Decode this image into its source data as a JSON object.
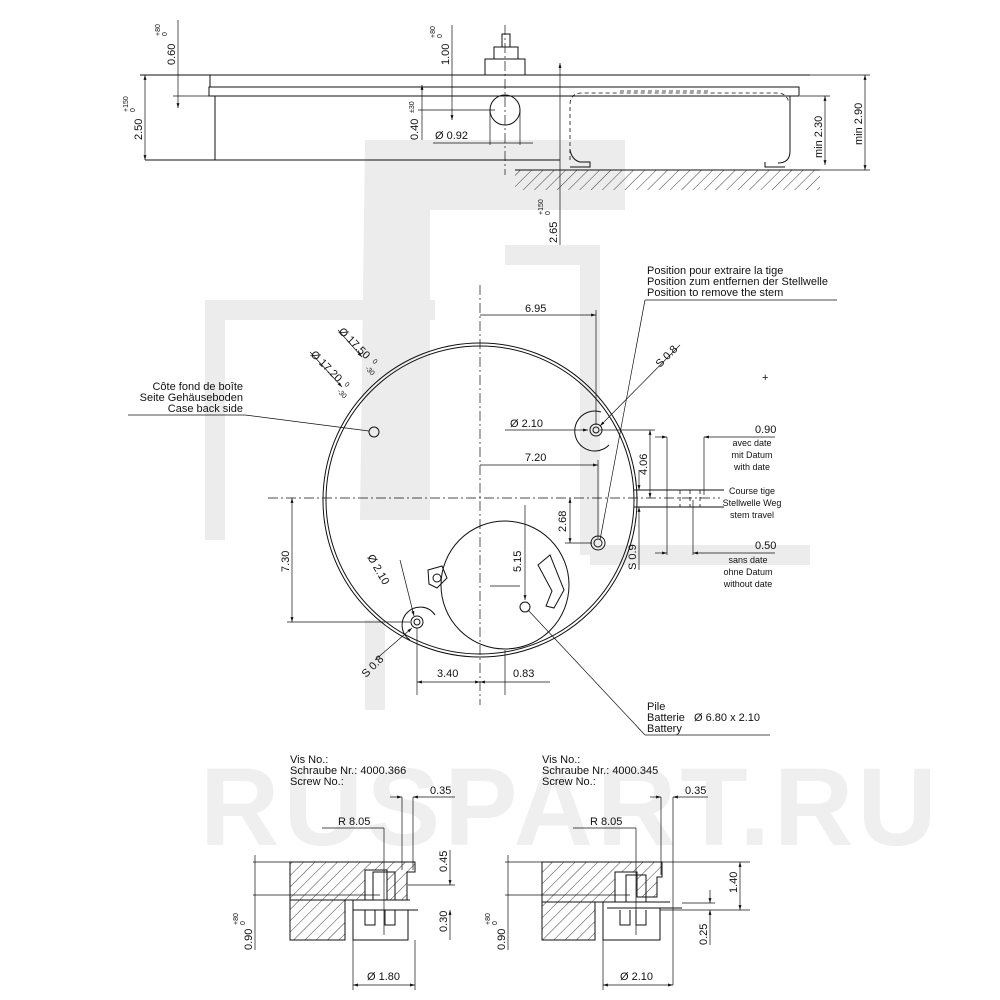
{
  "watermark": "RUSPART.RU",
  "side_view": {
    "dim_060": "0.60",
    "tol_060": "+80",
    "tol_060b": "0",
    "dim_100": "1.00",
    "tol_100": "+80",
    "tol_100b": "0",
    "dim_250": "2.50",
    "tol_250": "+150",
    "tol_250b": "0",
    "dim_040": "0.40",
    "tol_040": "±30",
    "dim_092": "Ø 0.92",
    "dim_265": "2.65",
    "tol_265": "+150",
    "tol_265b": "0",
    "dim_min230": "min 2.30",
    "dim_min290": "min 2.90"
  },
  "top_view": {
    "dim_695": "6.95",
    "dim_s08_top": "S 0.8",
    "dim_1750": "Ø 17.50",
    "tol_1750a": "0",
    "tol_1750b": "-30",
    "dim_1720": "Ø 17.20",
    "tol_1720a": "0",
    "tol_1720b": "-30",
    "case_back": [
      "Côte fond de boîte",
      "Seite Gehäuseboden",
      "Case back side"
    ],
    "stem_position": [
      "Position pour extraire la tige",
      "Position zum entfernen der Stellwelle",
      "Position to remove the stem"
    ],
    "dim_210_top": "Ø 2.10",
    "dim_720": "7.20",
    "dim_406": "4.06",
    "dim_268": "2.68",
    "dim_515": "5.15",
    "dim_730": "7.30",
    "dim_210_left": "Ø 2.10",
    "dim_s08_left": "S 0.8",
    "dim_340": "3.40",
    "dim_083": "0.83",
    "dim_s09": "S 0.9",
    "dim_090": "0.90",
    "with_date": [
      "avec date",
      "mit Datum",
      "with date"
    ],
    "stem_travel": [
      "Course tige",
      "Stellwelle Weg",
      "stem travel"
    ],
    "dim_050": "0.50",
    "without_date": [
      "sans date",
      "ohne Datum",
      "without date"
    ],
    "battery": [
      "Pile",
      "Batterie",
      "Battery"
    ],
    "battery_size": "Ø 6.80 x 2.10"
  },
  "screw_left": {
    "title": [
      "Vis No.:",
      "Schraube Nr.: 4000.366",
      "Screw No.:"
    ],
    "dim_035": "0.35",
    "dim_r805": "R  8.05",
    "dim_045": "0.45",
    "dim_030": "0.30",
    "dim_090": "0.90",
    "tol_090": "+80",
    "tol_090b": "0",
    "dim_180": "Ø 1.80"
  },
  "screw_right": {
    "title": [
      "Vis No.:",
      "Schraube Nr.: 4000.345",
      "Screw No.:"
    ],
    "dim_035": "0.35",
    "dim_r805": "R  8.05",
    "dim_140": "1.40",
    "dim_025": "0.25",
    "dim_090": "0.90",
    "tol_090": "+80",
    "tol_090b": "0",
    "dim_210": "Ø 2.10"
  }
}
